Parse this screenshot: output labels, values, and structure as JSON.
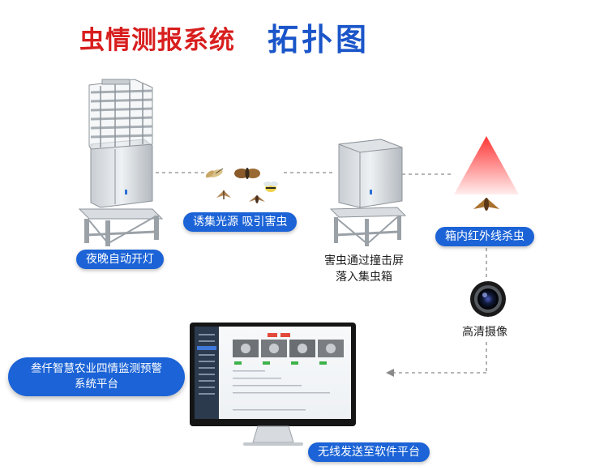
{
  "title": {
    "main": "虫情测报系统",
    "highlight": "拓扑图"
  },
  "labels": {
    "night_light": "夜晚自动开灯",
    "lure_light": "诱集光源  吸引害虫",
    "pests_fall_line1": "害虫通过撞击屏",
    "pests_fall_line2": "落入集虫箱",
    "infrared_kill": "箱内红外线杀虫",
    "hd_camera": "高清摄像",
    "platform_line1": "叁仟智慧农业四情监测预警",
    "platform_line2": "系统平台",
    "wireless_send": "无线发送至软件平台"
  },
  "colors": {
    "title_red": "#d81e1e",
    "title_blue": "#1a55c9",
    "pill_blue": "#1b63d6",
    "infrared_red": "#ff2a2a"
  },
  "icons": [
    "trap-device-icon",
    "collection-box-icon",
    "insect-icon",
    "infrared-beam-icon",
    "camera-icon",
    "monitor-icon"
  ]
}
